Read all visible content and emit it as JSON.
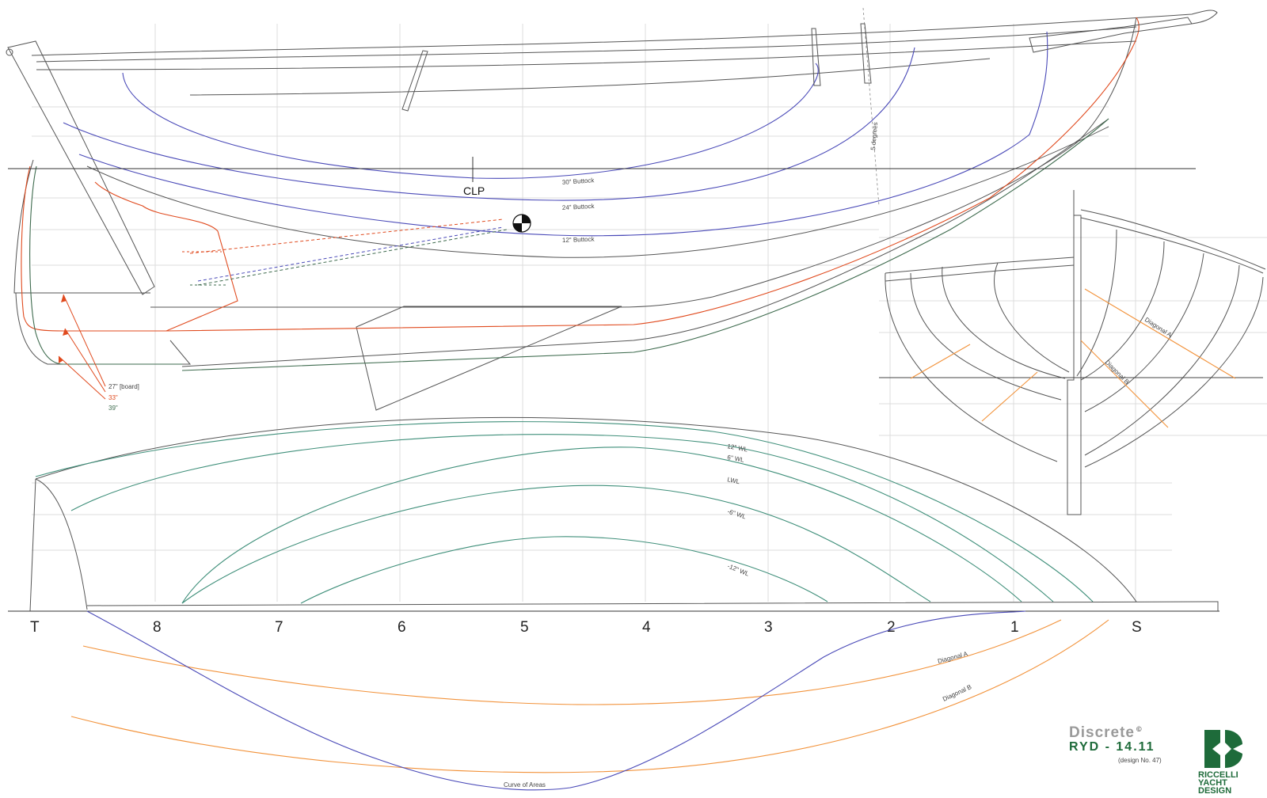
{
  "drawing": {
    "stations": [
      "T",
      "8",
      "7",
      "6",
      "5",
      "4",
      "3",
      "2",
      "1",
      "S"
    ],
    "profile": {
      "clp_label": "CLP",
      "buttock_labels": [
        "30\" Buttock",
        "24\" Buttock",
        "12\" Buttock"
      ],
      "angle_label": "5 degrees",
      "rudder_depths": [
        {
          "text": "27\" [board]",
          "color": "#444444"
        },
        {
          "text": "33\"",
          "color": "#e04a1e"
        },
        {
          "text": "39\"",
          "color": "#3e6b4e"
        }
      ]
    },
    "body_plan": {
      "diagonal_labels": [
        "Diagonal A",
        "Diagonal B"
      ]
    },
    "half_breadth": {
      "waterline_labels": [
        "12\" WL",
        "6\" WL",
        "LWL",
        "-6\" WL",
        "-12\" WL"
      ]
    },
    "lower": {
      "diagonal_labels": [
        "Diagonal A",
        "Diagonal B"
      ],
      "curve_of_areas_label": "Curve of Areas"
    },
    "colors": {
      "buttock": "#4a4ab8",
      "rudder_33": "#e04a1e",
      "rudder_39": "#3e6b4e",
      "waterline": "#3f8f7a",
      "diagonal": "#f2923a",
      "brand": "#1e6b3a"
    }
  },
  "title_block": {
    "boat_name": "Discrete",
    "copyright": "©",
    "design_code": "RYD - 14.11",
    "design_number": "(design No. 47)",
    "firm_lines": [
      "RICCELLI",
      "YACHT",
      "DESIGN"
    ]
  }
}
